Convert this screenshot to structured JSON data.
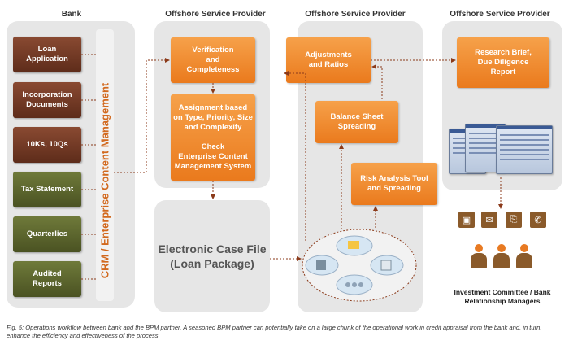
{
  "columns": {
    "bank": "Bank",
    "offshore1": "Offshore Service Provider",
    "offshore2": "Offshore Service Provider",
    "offshore3": "Offshore Service Provider"
  },
  "bank_docs": [
    "Loan\nApplication",
    "Incorporation\nDocuments",
    "10Ks, 10Qs",
    "Tax Statement",
    "Quarterlies",
    "Audited\nReports"
  ],
  "crm_label": "CRM / Enterprise Content  Management",
  "verification": "Verification\nand\nCompleteness",
  "assignment": "Assignment based\non Type, Priority, Size\nand Complexity\n\nCheck\nEnterprise Content\nManagement System",
  "ecf": "Electronic Case File\n(Loan Package)",
  "adjustments": "Adjustments\nand Ratios",
  "balance_sheet": "Balance Sheet\nSpreading",
  "risk_analysis": "Risk Analysis Tool\nand Spreading",
  "research_brief": "Research Brief,\nDue Diligence\nReport",
  "investment_label": "Investment Committee / Bank\nRelationship Managers",
  "caption": "Fig. 5: Operations workflow between bank and the BPM partner. A seasoned BPM partner can potentially take on a large chunk of the operational work in credit appraisal from the bank and, in turn, enhance the efficiency and effectiveness of the process",
  "icons": [
    "monitor-icon",
    "envelope-icon",
    "fax-icon",
    "phone-icon"
  ],
  "colors": {
    "brown": "#6e3620",
    "olive": "#5a6430",
    "orange": "#f08a2a",
    "panel": "#e6e6e6",
    "crm_text": "#d2691e"
  }
}
